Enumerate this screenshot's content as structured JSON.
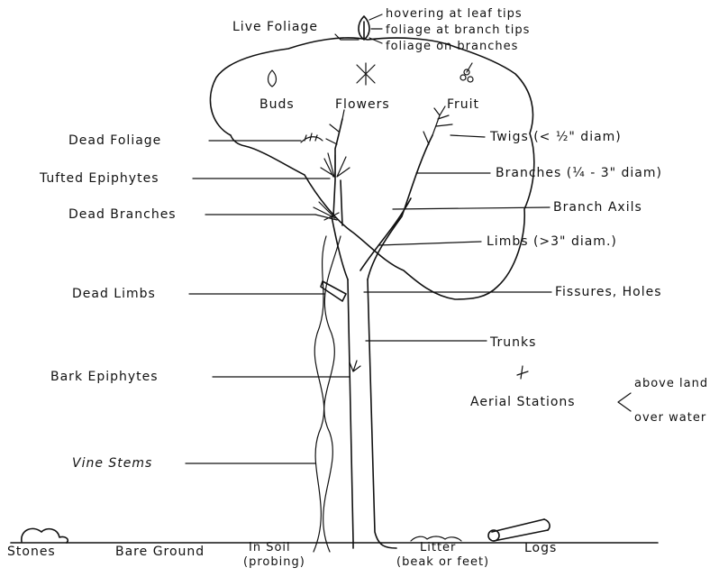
{
  "labels": {
    "live_foliage": "Live Foliage",
    "hovering": "hovering at leaf tips",
    "foliage_branch_tips": "foliage at branch tips",
    "foliage_on_branches": "foliage on branches",
    "buds": "Buds",
    "flowers": "Flowers",
    "fruit": "Fruit",
    "twigs": "Twigs (< ½\" diam)",
    "branches": "Branches  (¼ - 3\" diam)",
    "branch_axils": "Branch  Axils",
    "limbs": "Limbs (>3\" diam.)",
    "fissures_holes": "Fissures, Holes",
    "trunks": "Trunks",
    "aerial_stations": "Aerial   Stations",
    "above_land": "above land",
    "over_water": "over water",
    "dead_foliage": "Dead  Foliage",
    "tufted_epiphytes": "Tufted  Epiphytes",
    "dead_branches": "Dead  Branches",
    "dead_limbs": "Dead  Limbs",
    "bark_epiphytes": "Bark  Epiphytes",
    "vine_stems": "Vine  Stems",
    "stones": "Stones",
    "bare_ground": "Bare  Ground",
    "in_soil": "In Soil",
    "probing": "(probing)",
    "litter": "Litter",
    "beak_or_feet": "(beak or feet)",
    "logs": "Logs"
  }
}
